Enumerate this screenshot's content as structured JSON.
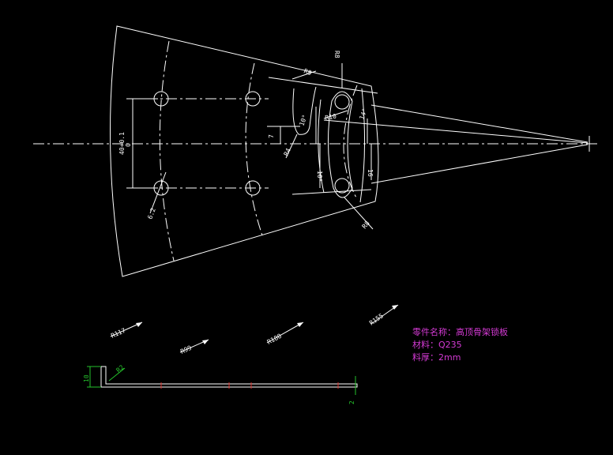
{
  "notes": {
    "part_name": "零件名称：高顶骨架锁板",
    "material": "材料：Q235",
    "thickness": "料厚：2mm"
  },
  "dims": {
    "r8_top": "R8",
    "r8_top2": "R8",
    "r10": "R10",
    "ang14": "14°",
    "ang10a": "10°",
    "ang10b": "10°",
    "seven": "7",
    "r4": "R4",
    "sixteen": "16",
    "r8_bot": "R8",
    "v40": "40+0.1",
    "v40b": "0",
    "d62": "6.2",
    "r117": "R117",
    "r99": "R99",
    "r180": "R180",
    "r155": "R155",
    "ten": "10",
    "r2": "R2",
    "two": "2"
  },
  "colors": {
    "line": "#ffffff",
    "note": "#d43ad4",
    "green": "#25c22b",
    "red": "#e0312b"
  }
}
